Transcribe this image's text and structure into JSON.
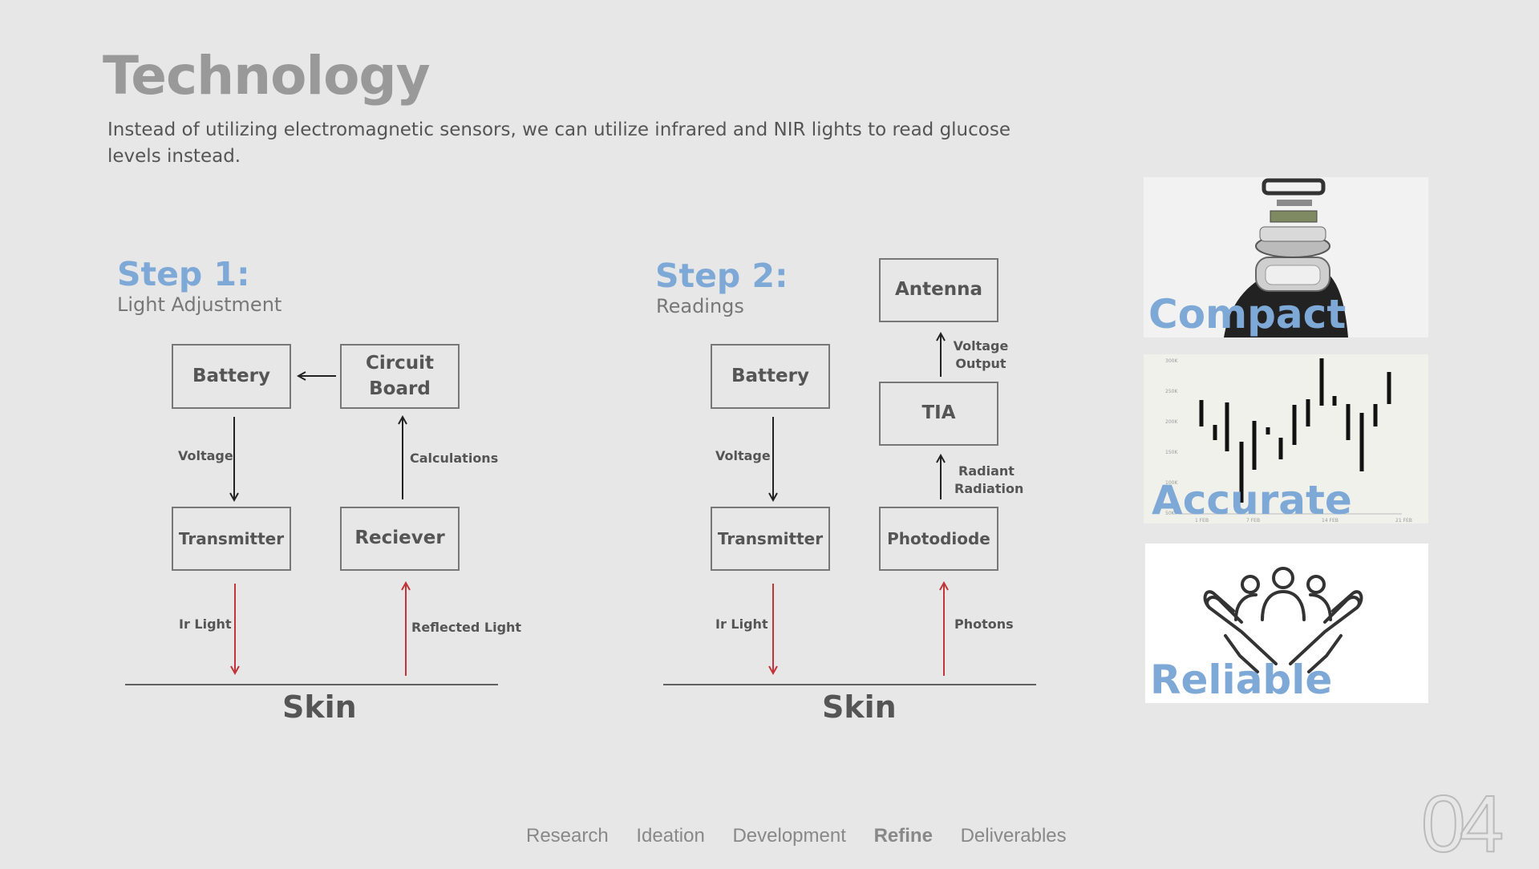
{
  "slide": {
    "title": "Technology",
    "subtitle": "Instead of utilizing electromagnetic sensors, we can utilize infrared and NIR lights to read glucose levels instead.",
    "page_number": "04"
  },
  "step1": {
    "title": "Step 1:",
    "subtitle": "Light Adjustment",
    "battery": "Battery",
    "circuit_board": "Circuit Board",
    "transmitter": "Transmitter",
    "receiver": "Reciever",
    "voltage_label": "Voltage",
    "calculations_label": "Calculations",
    "ir_light_label": "Ir Light",
    "reflected_light_label": "Reflected Light",
    "skin": "Skin"
  },
  "step2": {
    "title": "Step 2:",
    "subtitle": "Readings",
    "antenna": "Antenna",
    "battery": "Battery",
    "tia": "TIA",
    "transmitter": "Transmitter",
    "photodiode": "Photodiode",
    "voltage_output_label": "Voltage Output",
    "voltage_label": "Voltage",
    "radiant_radiation_label": "Radiant Radiation",
    "ir_light_label": "Ir Light",
    "photons_label": "Photons",
    "skin": "Skin"
  },
  "features": [
    {
      "word": "Compact",
      "icon": "watch-exploded-image"
    },
    {
      "word": "Accurate",
      "icon": "stock-chart-image"
    },
    {
      "word": "Reliable",
      "icon": "hands-people-icon"
    }
  ],
  "nav": {
    "items": [
      "Research",
      "Ideation",
      "Development",
      "Refine",
      "Deliverables"
    ],
    "active": "Refine"
  },
  "colors": {
    "accent_blue": "#7ea9d6",
    "arrow_red": "#c0343a",
    "title_gray": "#999999",
    "background": "#e7e7e7"
  }
}
